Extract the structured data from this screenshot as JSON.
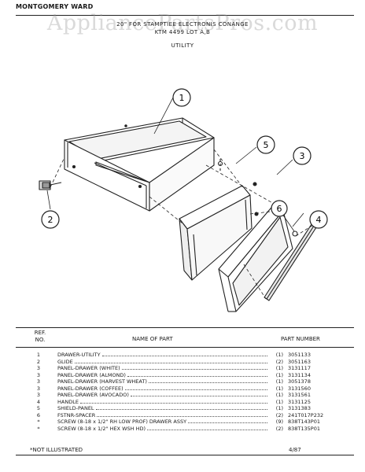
{
  "header": {
    "brand": "MONTGOMERY WARD",
    "model_line_1": "20\" FOR STAMPTIEE ELECTRONIS CONANGE",
    "model_line_2": "KTM 4499 LOT A,B",
    "section": "UTILITY",
    "watermark": "AppliancePartsPros.com"
  },
  "callouts": [
    "1",
    "2",
    "3",
    "4",
    "5",
    "6"
  ],
  "table": {
    "ref_header": "REF. NO.",
    "name_header": "NAME OF PART",
    "part_header": "PART NUMBER",
    "rows": [
      {
        "ref": "1",
        "name": "DRAWER-UTILITY",
        "qty": "(1)",
        "part": "3051133"
      },
      {
        "ref": "2",
        "name": "GLIDE",
        "qty": "(2)",
        "part": "3051163"
      },
      {
        "ref": "3",
        "name": "PANEL-DRAWER (WHITE)",
        "qty": "(1)",
        "part": "3131117"
      },
      {
        "ref": "3",
        "name": "PANEL-DRAWER (ALMOND)",
        "qty": "(1)",
        "part": "3131134"
      },
      {
        "ref": "3",
        "name": "PANEL-DRAWER (HARVEST WHEAT)",
        "qty": "(1)",
        "part": "3051378"
      },
      {
        "ref": "3",
        "name": "PANEL-DRAWER (COFFEE)",
        "qty": "(1)",
        "part": "3131560"
      },
      {
        "ref": "3",
        "name": "PANEL-DRAWER (AVOCADO)",
        "qty": "(1)",
        "part": "3131561"
      },
      {
        "ref": "4",
        "name": "HANDLE",
        "qty": "(1)",
        "part": "3131125"
      },
      {
        "ref": "5",
        "name": "SHIELD-PANEL",
        "qty": "(1)",
        "part": "3131383"
      },
      {
        "ref": "6",
        "name": "FSTNR-SPACER",
        "qty": "(2)",
        "part": "241T017P232"
      },
      {
        "ref": "*",
        "name": "SCREW (8-18 x 1/2\" RH LOW PROF) DRAWER ASSY",
        "qty": "(9)",
        "part": "838T143P01"
      },
      {
        "ref": "*",
        "name": "SCREW (8-18 x 1/2\" HEX WSH HD)",
        "qty": "(2)",
        "part": "838T135P01"
      }
    ]
  },
  "footer": {
    "note": "*NOT ILLUSTRATED",
    "date": "4/87"
  }
}
